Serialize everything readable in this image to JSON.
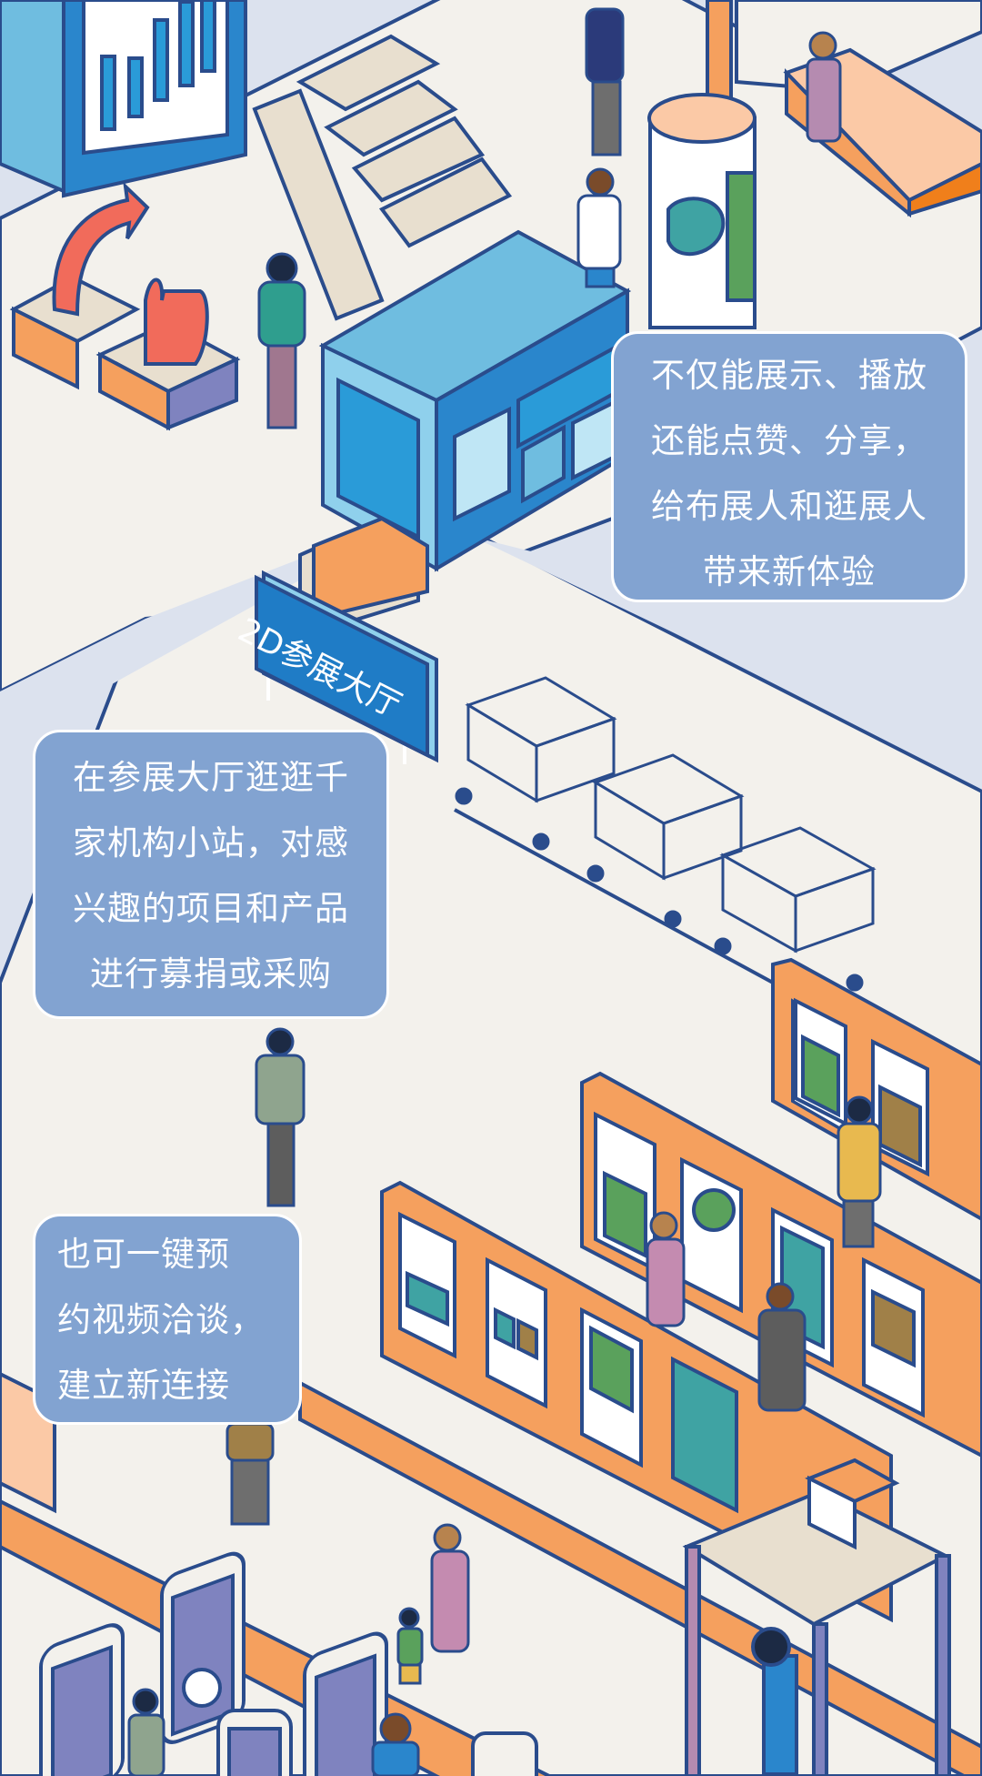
{
  "scene": {
    "description": "Isometric illustrated exhibition hall with booths, shopping carts, poster walls, phone-shaped kiosks and visitors",
    "colors": {
      "background": "#dce2ee",
      "floor": "#f3f1ec",
      "wall_beige": "#e8dfcf",
      "orange": "#f5a05e",
      "outline_blue": "#2a4c8c",
      "booth_blue": "#2a86cc",
      "booth_light_blue": "#6fbde0",
      "bubble_fill": "#82a3d1",
      "bubble_border": "#ffffff",
      "poster_green": "#5aa15c",
      "poster_teal": "#3fa3a3",
      "poster_brown": "#a08048",
      "phone_screen": "#7f83bf",
      "like_red": "#f16b5b"
    }
  },
  "sign": {
    "label": "2D参展大厅"
  },
  "bubbles": [
    {
      "lines": [
        "不仅能展示、播放",
        "还能点赞、分享，",
        "给布展人和逛展人",
        "带来新体验"
      ]
    },
    {
      "lines": [
        "在参展大厅逛逛千",
        "家机构小站，对感",
        "兴趣的项目和产品",
        "进行募捐或采购"
      ]
    },
    {
      "lines": [
        "也可一键预",
        "约视频洽谈，",
        "建立新连接"
      ]
    }
  ]
}
